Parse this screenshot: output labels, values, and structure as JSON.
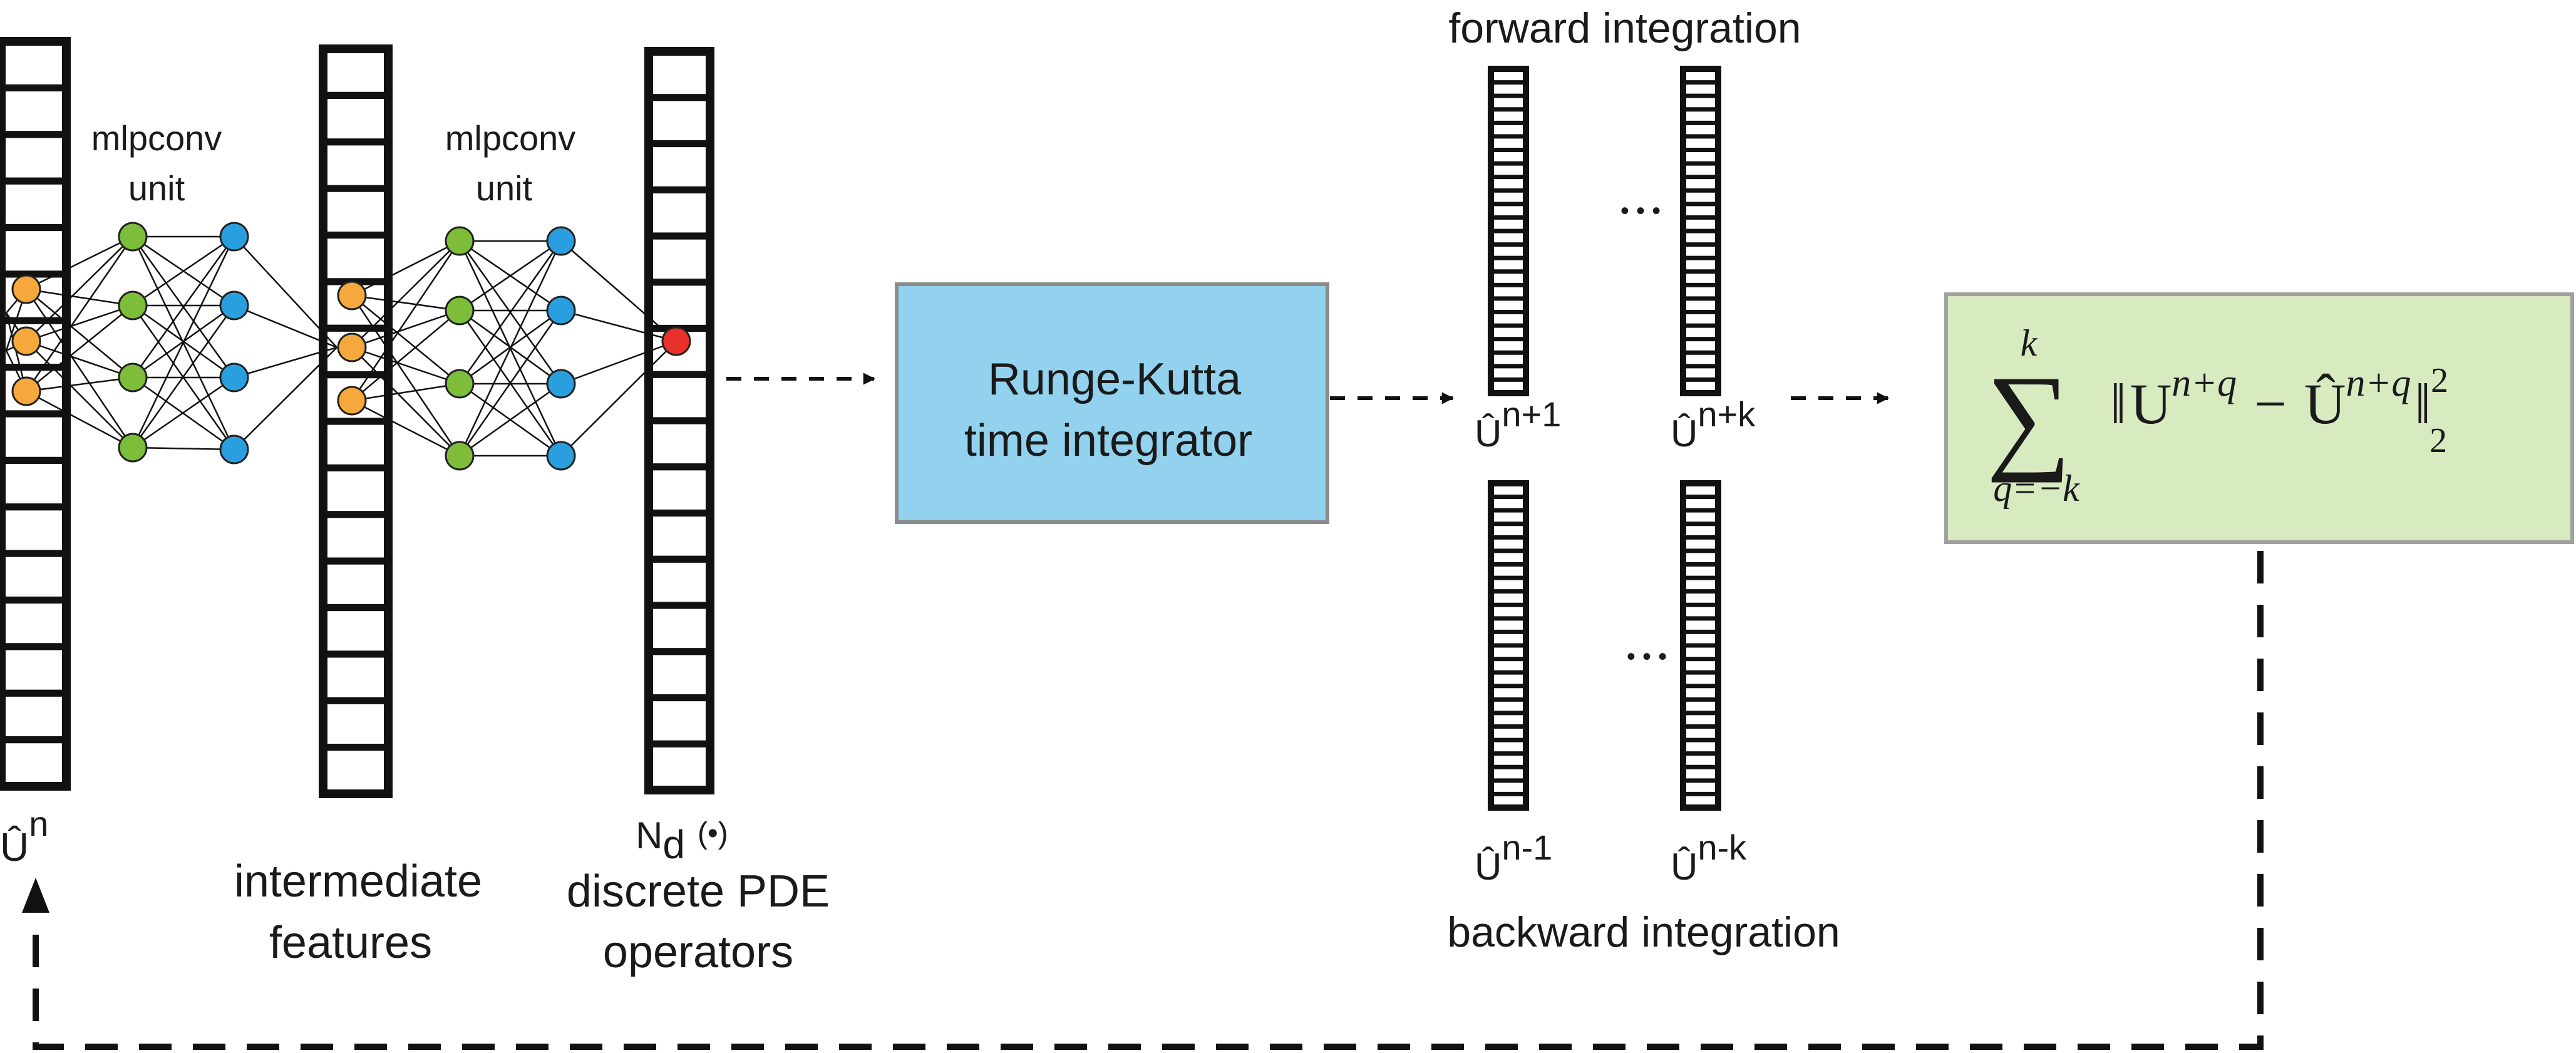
{
  "labels": {
    "input_base": "Û",
    "input_sup": "n",
    "mlpconv_1": [
      "mlpconv",
      "unit"
    ],
    "mlpconv_2": [
      "mlpconv",
      "unit"
    ],
    "intermediate": [
      "intermediate",
      "features"
    ],
    "nd_base": "N",
    "nd_sub": "d",
    "nd_arg": "(•)",
    "pde_ops": [
      "discrete PDE",
      "operators"
    ],
    "rk": [
      "Runge-Kutta",
      "time integrator"
    ],
    "forward": "forward integration",
    "backward": "backward integration",
    "ellipsis": "• • •",
    "u_np1": {
      "base": "Û",
      "sup": "n+1"
    },
    "u_npk": {
      "base": "Û",
      "sup": "n+k"
    },
    "u_nm1": {
      "base": "Û",
      "sup": "n-1"
    },
    "u_nmk": {
      "base": "Û",
      "sup": "n-k"
    }
  },
  "loss": {
    "sum_symbol": "∑",
    "upper": "k",
    "lower": "q=−k",
    "norm_open": "‖",
    "U": "U",
    "sup1": "n+q",
    "minus": "−",
    "Uhat": "Û",
    "sup2": "n+q",
    "norm_close": "‖",
    "sq": "2",
    "sub": "2"
  },
  "colors": {
    "input_node": "#f5a93c",
    "hidden_node": "#7dbd3a",
    "output_node": "#2a9fe0",
    "pde_node": "#e8312a",
    "rk_box": "#92d2ee",
    "loss_box": "#d8eac0"
  }
}
